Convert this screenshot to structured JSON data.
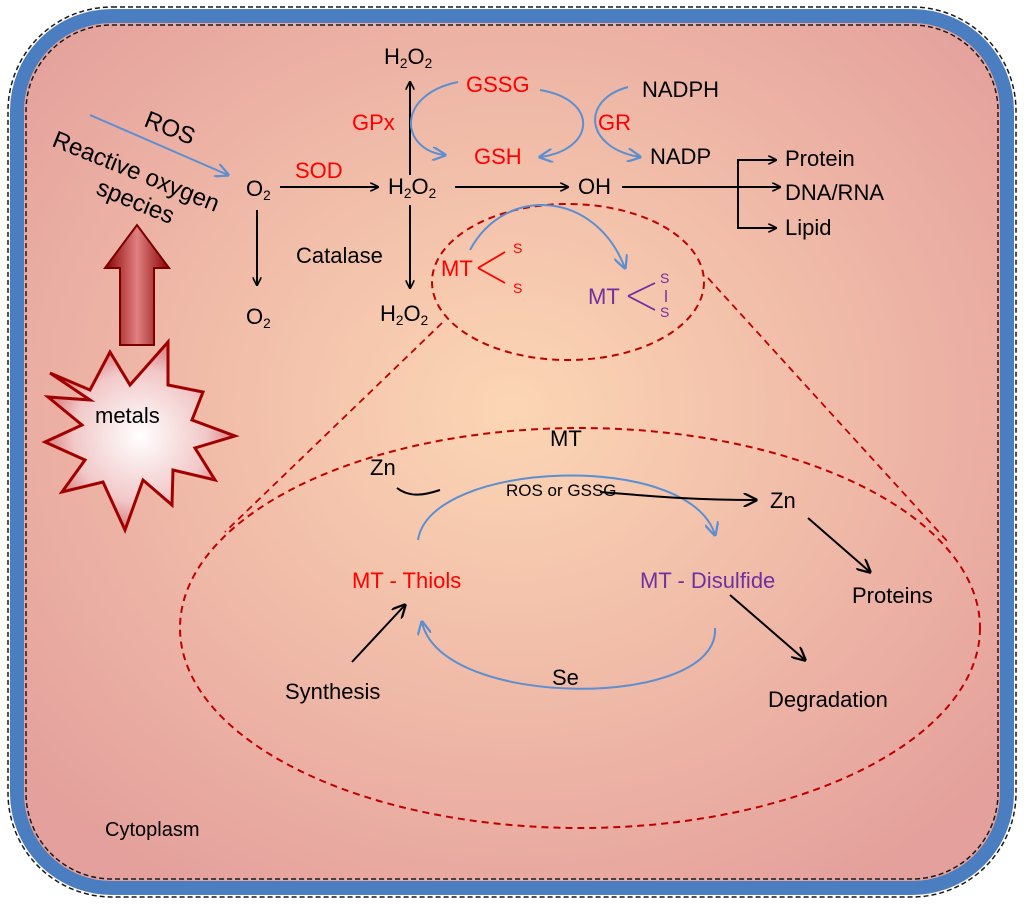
{
  "colors": {
    "cell_border": "#4a7ec1",
    "cytoplasm_center": "#fcd6b4",
    "cytoplasm_edge": "#e4a09c",
    "blue_arrow": "#5b8fd1",
    "dashed_red": "#c00000",
    "red_text": "#ff0000",
    "purple_text": "#7030a0",
    "metal_red": "#c00000"
  },
  "labels": {
    "ros": "ROS",
    "ros_full_line1": "Reactive oxygen",
    "ros_full_line2": "species",
    "metals": "metals",
    "cytoplasm": "Cytoplasm",
    "o2_main": "O",
    "o2_sub": "2",
    "o2_bottom": "O",
    "o2_bottom_sub": "2",
    "sod": "SOD",
    "h2o2_center": "H",
    "h2o2_center_sub1": "2",
    "h2o2_center_o": "O",
    "h2o2_center_sub2": "2",
    "h2o2_top": "H",
    "h2o2_top_sub1": "2",
    "h2o2_top_o": "O",
    "h2o2_top_sub2": "2",
    "h2o2_bottom": "H",
    "h2o2_bottom_sub1": "2",
    "h2o2_bottom_o": "O",
    "h2o2_bottom_sub2": "2",
    "gpx": "GPx",
    "gssg": "GSSG",
    "gsh": "GSH",
    "gr": "GR",
    "nadph": "NADPH",
    "nadp": "NADP",
    "catalase": "Catalase",
    "oh": "OH",
    "protein": "Protein",
    "dna_rna": "DNA/RNA",
    "lipid": "Lipid",
    "mt_reduced": "MT",
    "mt_oxidized": "MT",
    "s1": "S",
    "s2": "S",
    "s3": "S",
    "s4": "S",
    "mt_cycle": "MT",
    "zn_in": "Zn",
    "zn_out": "Zn",
    "ros_or_gssg": "ROS or GSSG",
    "mt_thiols": "MT - Thiols",
    "mt_disulfide": "MT - Disulfide",
    "proteins": "Proteins",
    "se": "Se",
    "synthesis": "Synthesis",
    "degradation": "Degradation"
  }
}
